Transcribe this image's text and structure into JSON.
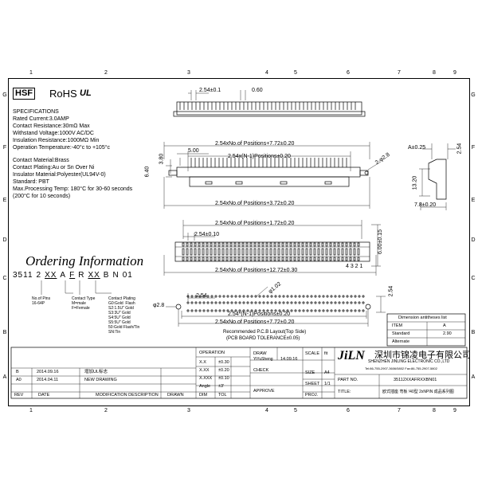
{
  "grid": {
    "columns": [
      "1",
      "2",
      "3",
      "4",
      "5",
      "6",
      "7",
      "8",
      "9"
    ],
    "rows": [
      "G",
      "F",
      "E",
      "D",
      "C",
      "B",
      "A"
    ]
  },
  "logos": {
    "hsf": "HSF",
    "rohs": "RoHS",
    "ul": "UL"
  },
  "specs": {
    "heading": "SPECIFICATIONS",
    "lines": [
      "Rated Current:3.0AMP",
      "Contact Resistance:30mΩ Max",
      "Withstand Voltage:1000V AC/DC",
      "Insulation Resistance:1000MΩ Min",
      "Operation Temperature:-40°c to +105°c"
    ],
    "material_lines": [
      "Contact Material:Brass",
      "Contact Plating:Au or Sn Over Ni",
      "Insulator Material:Polyester(UL94V-0)",
      "Standard:          PBT",
      "Max.Processing Temp: 180°C for 30-60 seconds",
      "                   (200°C for 10 seconds)"
    ]
  },
  "ordering": {
    "title": "Ordering Information",
    "parts": [
      {
        "text": "3511",
        "u": false
      },
      {
        "text": "2",
        "u": false
      },
      {
        "text": "XX",
        "u": true
      },
      {
        "text": "A",
        "u": false
      },
      {
        "text": "F",
        "u": true
      },
      {
        "text": "R",
        "u": false
      },
      {
        "text": "XX",
        "u": true
      },
      {
        "text": "B",
        "u": false
      },
      {
        "text": "N",
        "u": false
      },
      {
        "text": "01",
        "u": false
      }
    ],
    "note_pins": "No.of Pins\n16-64P",
    "note_type": "Contact Type\nM=male\nF=Female",
    "note_plating": "Contact Plating\nG0:Gold  Flash\nS2:1.5U\" Gold\nS3:3U\" Gold\nS4:5U\" Gold\nS5:5U\" Gold\n50:Gold Flash/Tin\nSN:Tin"
  },
  "dims": {
    "top_pitch": "2.54±0.1",
    "top_width": "0.60",
    "f_total": "2.54xNo.of Positions+7.72±0.20",
    "f_500": "5.00",
    "f_inner": "2.54x(N-1)Positions±0.20",
    "f_h1": "6.40",
    "f_h2": "3.80",
    "f_dia": "2-φ2.8",
    "f_bottom": "2.54xNo.of Positions+3.72±0.20",
    "side_a": "A±0.25",
    "side_254": "2.54",
    "side_13": "13.20",
    "side_78": "7.8±0.20",
    "d_top": "2.54xNo.of Positions+1.72±0.20",
    "d_pitch": "2.54±0.10",
    "d_h": "6.00±0.15",
    "d_pins": "4 3 2 1",
    "d_bottom": "2.54xNo.of Positions+12.72±0.30",
    "pcb_254": "2.54",
    "pcb_102": "φ1.02",
    "pcb_dia": "φ2.8",
    "pcb_inner": "2.54*(N-1)Positions±0.20",
    "pcb_total": "2.54xNo.of Positions+7.72±0.20",
    "pcb_caption1": "Recommended P.C.B Layout(Top Side)",
    "pcb_caption2": "(PCB BOARD TOLERANCE±0.05)",
    "pcb_side": "2.54"
  },
  "dim_table": {
    "title": "Dimension antitheses list",
    "rows": [
      [
        "ITEM",
        "A"
      ],
      [
        "Standard",
        "2.90"
      ],
      [
        "Alternate",
        ""
      ]
    ]
  },
  "title_block": {
    "revisions": [
      {
        "rev": "B",
        "date": "2014.09.16",
        "desc": "增加UL标志"
      },
      {
        "rev": "A0",
        "date": "2014.04.11",
        "desc": "NEW DRAWING"
      }
    ],
    "rev_header": {
      "rev": "REV",
      "date": "DATE",
      "desc": "MODIFICATION DESCRIPTION",
      "drawn": "DRAWN"
    },
    "tolerance": {
      "operation": "OPERATION",
      "rows": [
        [
          "X.X",
          "±0.30"
        ],
        [
          "X.XX",
          "±0.20"
        ],
        [
          "X.XXX",
          "±0.10"
        ],
        [
          "Angle",
          "±3'"
        ]
      ],
      "dim": "DIM",
      "tol": "TOL"
    },
    "draw": "DRAW",
    "drawer": "YiYuSheng",
    "draw_date": "14.09.16",
    "check": "CHECK",
    "approve": "APPROVE",
    "scale": "SCALE",
    "scale_val": "fit",
    "size": "SIZE",
    "size_val": "A4",
    "sheet": "SHEET",
    "sheet_val": "1/1",
    "proj": "PROJ.",
    "company_cn": "深圳市锦凌电子有限公司",
    "company_en": "SHENZHEN JINLING ELECTRONIC CO.,LTD",
    "company_tel": "Tel:86-755-2907-3606/5802   Fax:86-755-2907-5802",
    "logo": "JiLN",
    "part_no_label": "PART NO.",
    "part_no": "35112XXAFRXXBN01",
    "title_label": "TITLE:",
    "title_val": "欧式插座 弯板 !40型  2xNPIN  成品系列图"
  },
  "colors": {
    "line": "#000000",
    "paper": "#ffffff"
  }
}
